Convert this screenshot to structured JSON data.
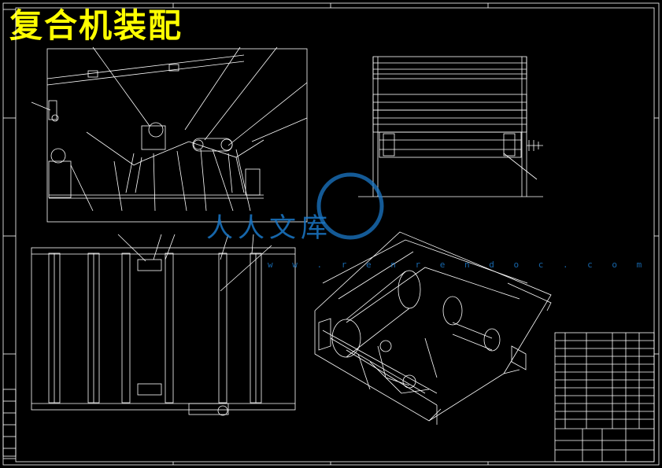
{
  "drawing": {
    "title": "复合机装配",
    "watermark_text": "人人文库",
    "watermark_url": "w w . r e n r e n d o c . c o m",
    "colors": {
      "background": "#000000",
      "lines": "#ffffff",
      "title": "#ffff00",
      "watermark": "#1b78c8"
    }
  }
}
